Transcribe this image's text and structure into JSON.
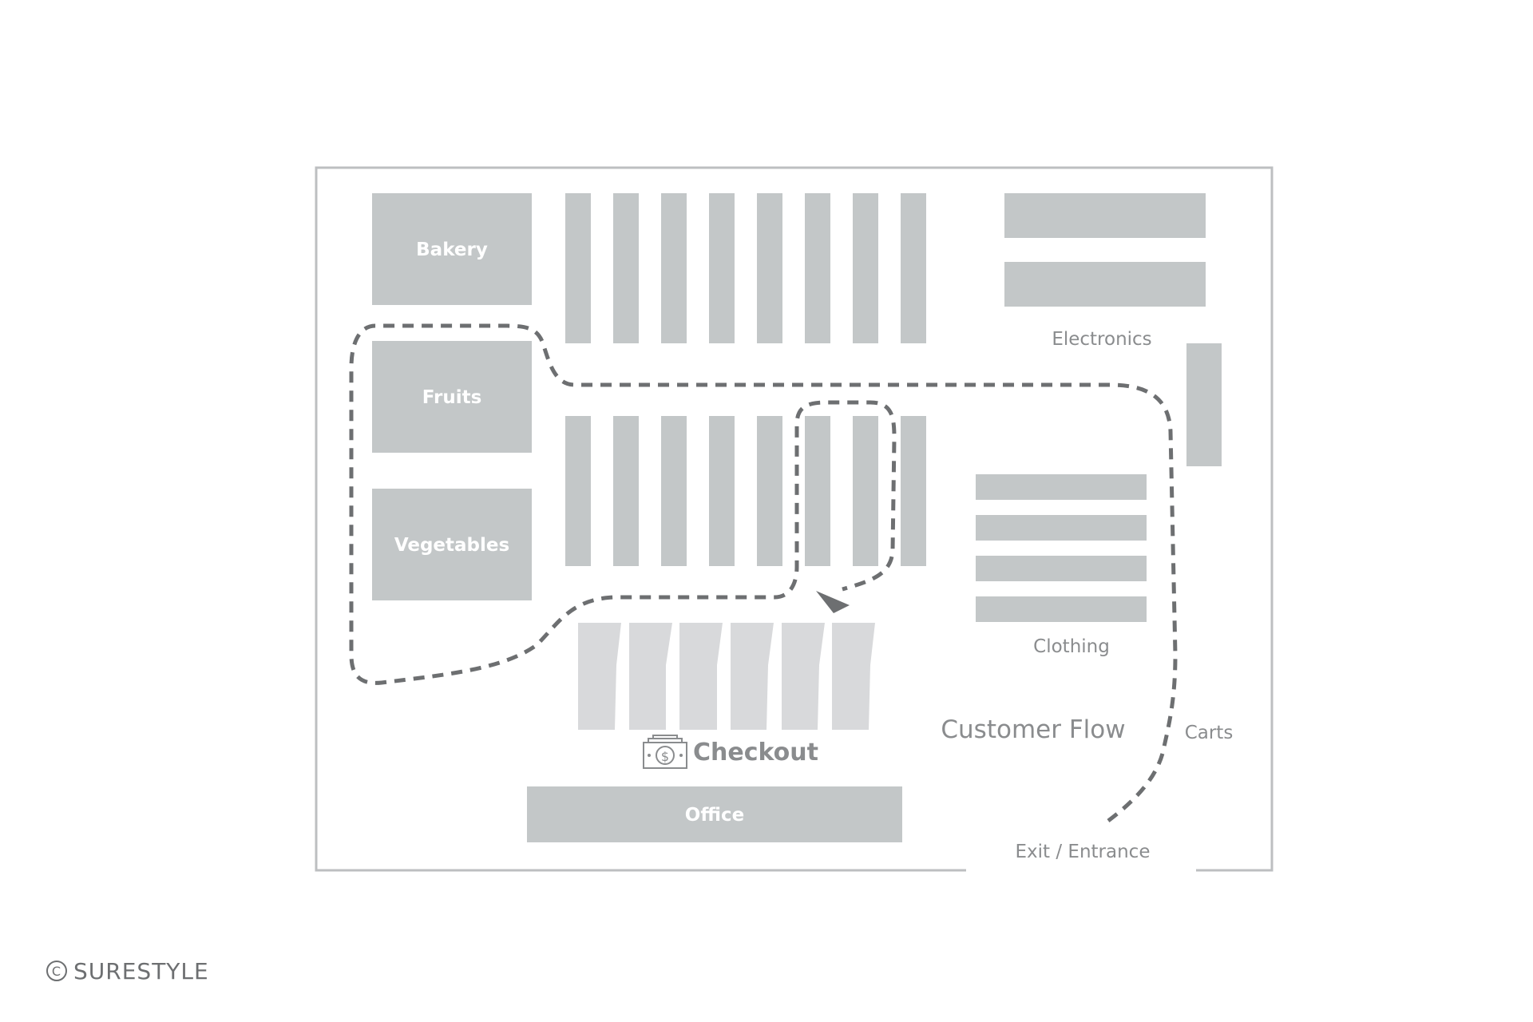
{
  "labels": {
    "bakery": "Bakery",
    "fruits": "Fruits",
    "vegetables": "Vegetables",
    "electronics": "Electronics",
    "clothing": "Clothing",
    "checkout": "Checkout",
    "office": "Office",
    "customer_flow": "Customer Flow",
    "carts": "Carts",
    "exit_entrance": "Exit / Entrance"
  },
  "brand": {
    "name": "SURESTYLE",
    "copyright_symbol": "C"
  },
  "colors": {
    "block": "#c3c7c8",
    "checkout_lane": "#d8d9db",
    "flow_path": "#6d6f71",
    "label_text": "#8a8c8e"
  },
  "icons": {
    "checkout": "money-bill-icon",
    "flow_arrow": "arrowhead-icon"
  }
}
